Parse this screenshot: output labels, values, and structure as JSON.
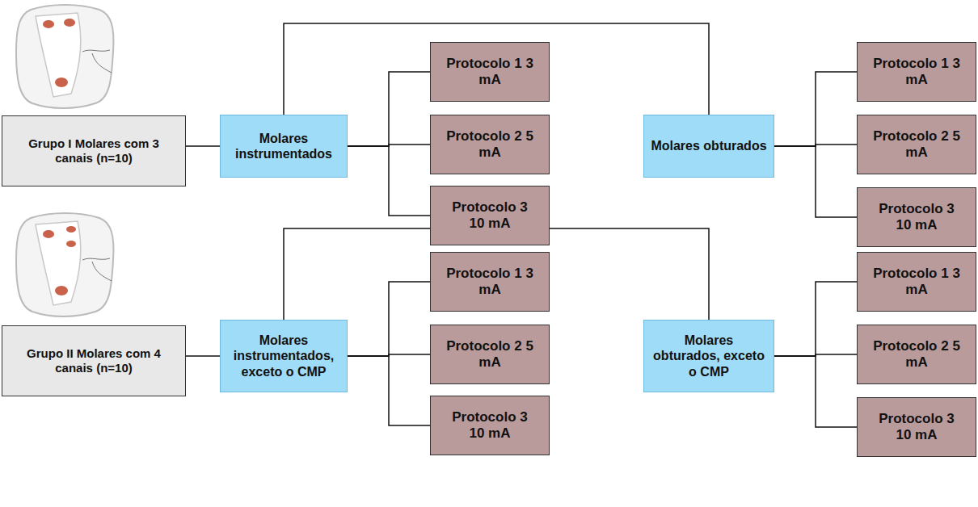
{
  "diagram": {
    "nodes": [
      {
        "text": [
          "Grupo I Molares com 3 canais (n=10)"
        ]
      },
      {
        "text": [
          "Molares instrumentados"
        ]
      },
      {
        "text": [
          "Protocolo 1 3 mA"
        ]
      },
      {
        "text": [
          "Protocolo 2 5 mA"
        ]
      },
      {
        "text": [
          "Protocolo 3 10 mA"
        ]
      },
      {
        "text": [
          "Molares obturados"
        ]
      },
      {
        "text": [
          "Protocolo 1 3 mA"
        ]
      },
      {
        "text": [
          "Protocolo 2 5 mA"
        ]
      },
      {
        "text": [
          "Protocolo 3 10 mA"
        ]
      },
      {
        "text": [
          "Grupo II Molares com 4 canais (n=10)"
        ]
      },
      {
        "text": [
          "Molares instrumentados, exceto o CMP"
        ]
      },
      {
        "text": [
          "Protocolo 1 3 mA"
        ]
      },
      {
        "text": [
          "Protocolo 2 5 mA"
        ]
      },
      {
        "text": [
          "Protocolo 3 10 mA"
        ]
      },
      {
        "text": [
          "Molares obturados, exceto o CMP"
        ]
      },
      {
        "text": [
          "Protocolo 1 3 mA"
        ]
      },
      {
        "text": [
          "Protocolo 2 5 mA"
        ]
      },
      {
        "text": [
          "Protocolo 3 10 mA"
        ]
      }
    ],
    "edges": [
      {
        "from": 0,
        "to": 1,
        "arrow": "none"
      },
      {
        "from": 1,
        "to": 2,
        "arrow": "none"
      },
      {
        "from": 1,
        "to": 3,
        "arrow": "none"
      },
      {
        "from": 1,
        "to": 4,
        "arrow": "none"
      },
      {
        "from": 1,
        "to": 5,
        "arrow": "none"
      },
      {
        "from": 5,
        "to": 6,
        "arrow": "none"
      },
      {
        "from": 5,
        "to": 7,
        "arrow": "none"
      },
      {
        "from": 5,
        "to": 8,
        "arrow": "none"
      },
      {
        "from": 9,
        "to": 10,
        "arrow": "none"
      },
      {
        "from": 10,
        "to": 11,
        "arrow": "none"
      },
      {
        "from": 10,
        "to": 12,
        "arrow": "none"
      },
      {
        "from": 10,
        "to": 13,
        "arrow": "none"
      },
      {
        "from": 10,
        "to": 14,
        "arrow": "none"
      },
      {
        "from": 14,
        "to": 15,
        "arrow": "none"
      },
      {
        "from": 14,
        "to": 16,
        "arrow": "none"
      },
      {
        "from": 14,
        "to": 17,
        "arrow": "none"
      }
    ]
  }
}
